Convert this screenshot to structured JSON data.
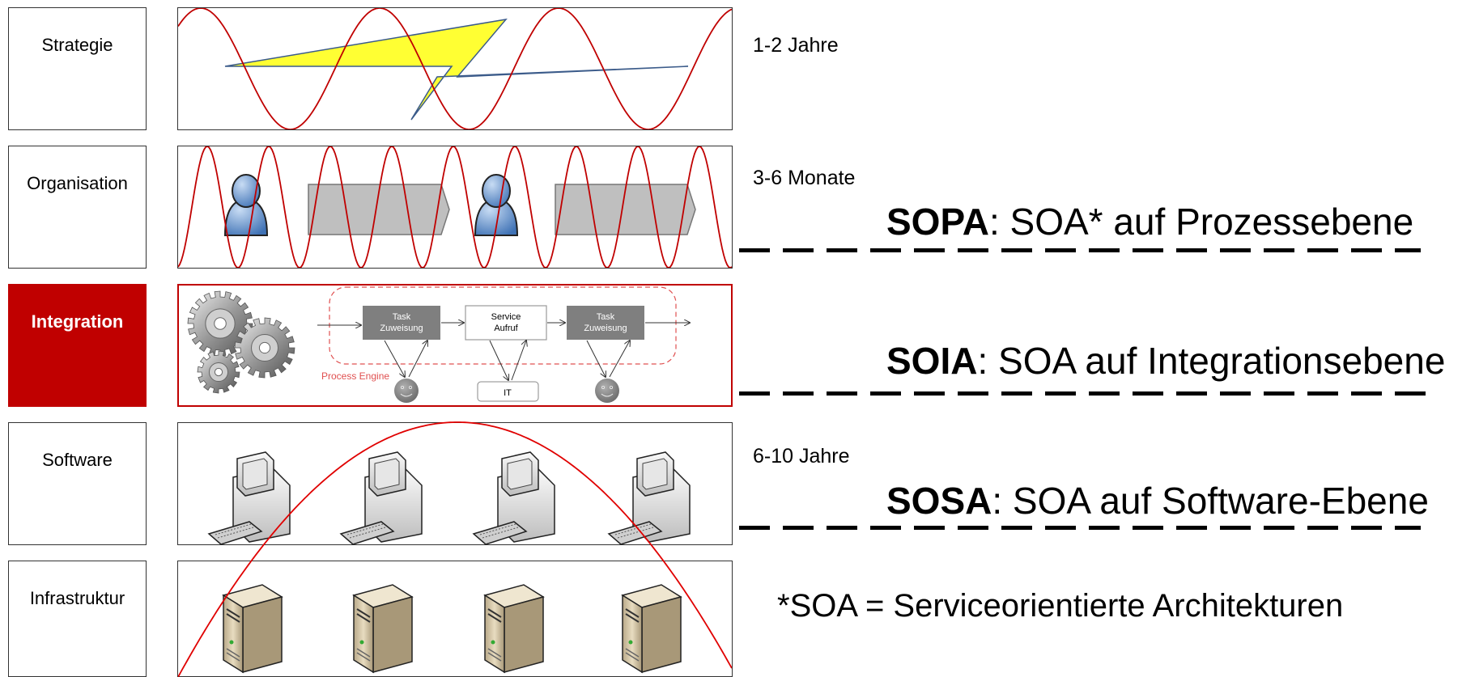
{
  "layers": {
    "strategie": "Strategie",
    "organisation": "Organisation",
    "integration": "Integration",
    "software": "Software",
    "infrastruktur": "Infrastruktur"
  },
  "timeframes": {
    "strategie": "1-2 Jahre",
    "organisation": "3-6 Monate",
    "software": "6-10 Jahre"
  },
  "soa_levels": {
    "sopa": {
      "abbr": "SOPA",
      "text": ": SOA* auf Prozessebene"
    },
    "soia": {
      "abbr": "SOIA",
      "text": ": SOA auf Integrationsebene"
    },
    "sosa": {
      "abbr": "SOSA",
      "text": ": SOA auf Software-Ebene"
    }
  },
  "footnote": "*SOA = Serviceorientierte Architekturen",
  "process_engine": {
    "label": "Process Engine",
    "task1": [
      "Task",
      "Zuweisung"
    ],
    "service": [
      "Service",
      "Aufruf"
    ],
    "task2": [
      "Task",
      "Zuweisung"
    ],
    "it": "IT"
  },
  "colors": {
    "accent_red": "#c00000",
    "wave": "#c00000",
    "lightning": "#ffff33",
    "person": "#6fa0d8",
    "task_box": "#7f7f7f"
  }
}
